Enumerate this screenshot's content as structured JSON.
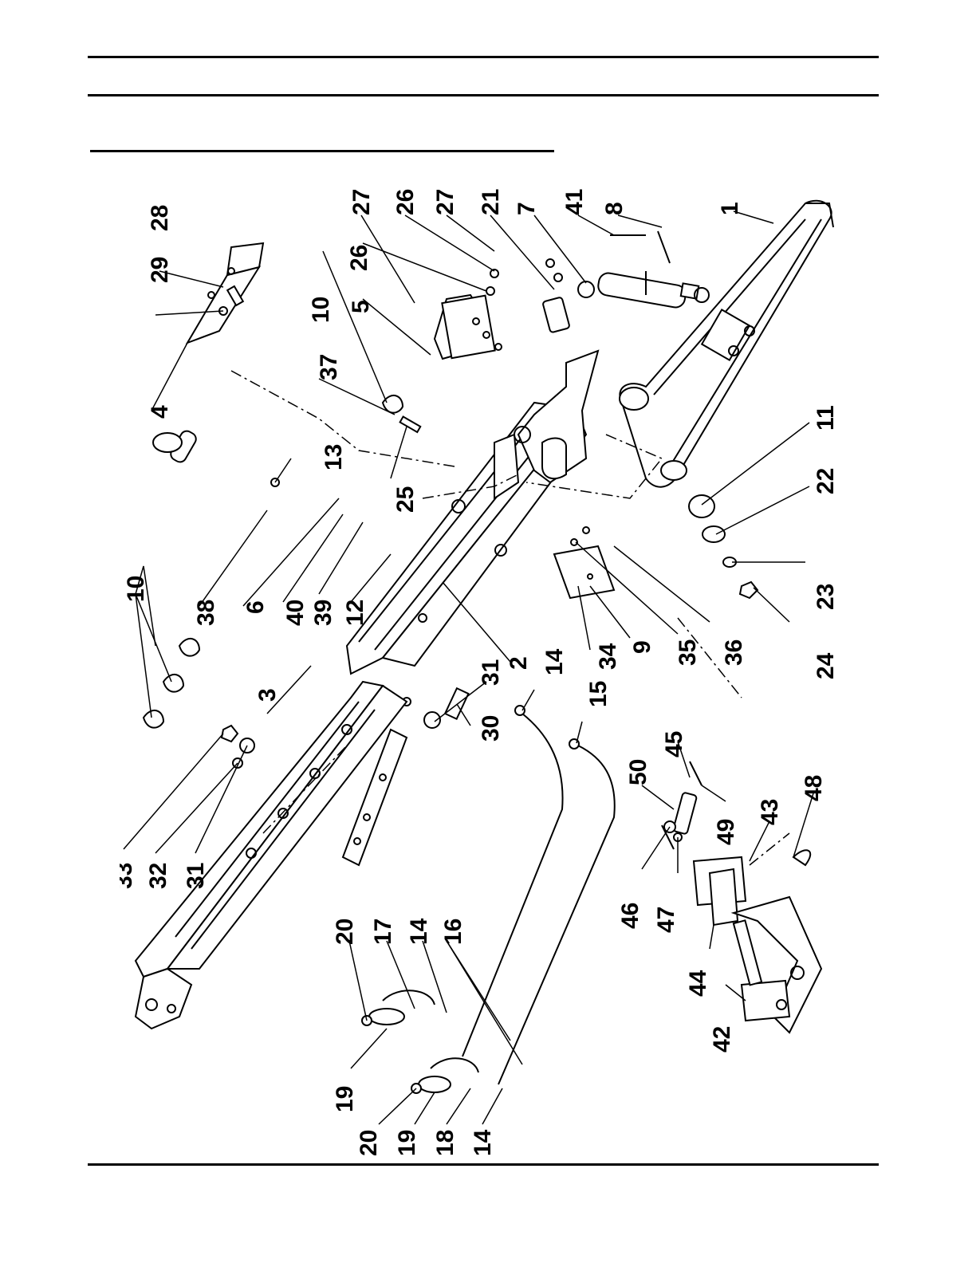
{
  "callouts": {
    "c27a": "27",
    "c26a": "26",
    "c27b": "27",
    "c21": "21",
    "c7": "7",
    "c41": "41",
    "c8": "8",
    "c1": "1",
    "c28": "28",
    "c29": "29",
    "c26b": "26",
    "c10a": "10",
    "c5": "5",
    "c37": "37",
    "c4": "4",
    "c13": "13",
    "c25": "25",
    "c11": "11",
    "c22": "22",
    "c23": "23",
    "c24": "24",
    "c36": "36",
    "c35": "35",
    "c9": "9",
    "c34": "34",
    "c2": "2",
    "c31a": "31",
    "c30": "30",
    "c14a": "14",
    "c15": "15",
    "c12": "12",
    "c39": "39",
    "c40": "40",
    "c6": "6",
    "c38": "38",
    "c10b": "10",
    "c3": "3",
    "c33": "33",
    "c32": "32",
    "c31b": "31",
    "c50": "50",
    "c45": "45",
    "c49": "49",
    "c43": "43",
    "c48": "48",
    "c46": "46",
    "c47": "47",
    "c44": "44",
    "c42": "42",
    "c20a": "20",
    "c17": "17",
    "c14b": "14",
    "c16": "16",
    "c19a": "19",
    "c20b": "20",
    "c19b": "19",
    "c18": "18",
    "c14c": "14"
  }
}
